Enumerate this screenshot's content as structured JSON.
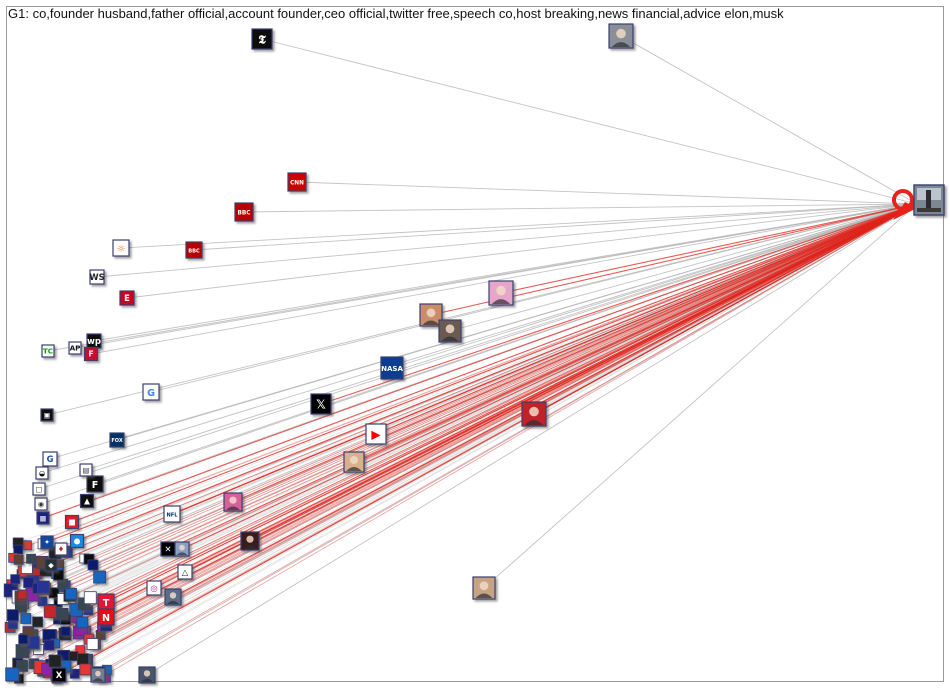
{
  "title": "G1: co,founder  husband,father  official,account  founder,ceo  official,twitter  free,speech  co,host  breaking,news  financial,advice  elon,musk",
  "colors": {
    "edge_gray": "#b4b4b4",
    "edge_red": "#e0231b",
    "node_border": "#3b3f6e",
    "hub_marker": "#e8211a"
  },
  "hub": {
    "name": "elonmusk",
    "icon": "profile-photo-icon",
    "fill": "#7b8794"
  },
  "nodes": [
    {
      "name": "nytimes",
      "icon": "nyt-logo-icon",
      "glyph": "𝕿",
      "fill": "#111111",
      "fg": "#ffffff",
      "edge": "gray"
    },
    {
      "name": "profile-man-bw",
      "icon": "profile-photo-icon",
      "glyph": "",
      "fill": "#8a8f97",
      "fg": "#fff",
      "edge": "gray"
    },
    {
      "name": "cnn",
      "icon": "cnn-logo-icon",
      "glyph": "CNN",
      "fill": "#cc0000",
      "fg": "#ffffff",
      "edge": "gray"
    },
    {
      "name": "bbc-news-world",
      "icon": "bbc-news-logo-icon",
      "glyph": "BBC",
      "fill": "#b80000",
      "fg": "#ffffff",
      "edge": "gray"
    },
    {
      "name": "bbc-breaking",
      "icon": "bbc-logo-icon",
      "glyph": "BBC",
      "fill": "#b80000",
      "fg": "#ffffff",
      "edge": "gray"
    },
    {
      "name": "sun-circle",
      "icon": "sun-logo-icon",
      "glyph": "☼",
      "fill": "#ffffff",
      "fg": "#e07020",
      "edge": "gray"
    },
    {
      "name": "wsj",
      "icon": "wsj-logo-icon",
      "glyph": "WS",
      "fill": "#ffffff",
      "fg": "#222222",
      "edge": "gray"
    },
    {
      "name": "espn-e",
      "icon": "e-logo-icon",
      "glyph": "E",
      "fill": "#d0021b",
      "fg": "#ffffff",
      "edge": "gray"
    },
    {
      "name": "washington-post",
      "icon": "wapo-logo-icon",
      "glyph": "wp",
      "fill": "#111111",
      "fg": "#ffffff",
      "edge": "gray"
    },
    {
      "name": "ap",
      "icon": "ap-logo-icon",
      "glyph": "AP",
      "fill": "#ffffff",
      "fg": "#111111",
      "edge": "gray"
    },
    {
      "name": "fox-news",
      "icon": "news-logo-icon",
      "glyph": "F",
      "fill": "#c8102e",
      "fg": "#ffffff",
      "edge": "gray"
    },
    {
      "name": "techcrunch",
      "icon": "tc-logo-icon",
      "glyph": "TC",
      "fill": "#ffffff",
      "fg": "#0a9e01",
      "edge": "gray"
    },
    {
      "name": "trump",
      "icon": "profile-photo-icon",
      "glyph": "",
      "fill": "#c98d6c",
      "fg": "#fff",
      "edge": "red"
    },
    {
      "name": "woman-portrait",
      "icon": "profile-photo-icon",
      "glyph": "",
      "fill": "#6b5a52",
      "fg": "#fff",
      "edge": "gray"
    },
    {
      "name": "pink-portrait",
      "icon": "profile-photo-icon",
      "glyph": "",
      "fill": "#e7a6c9",
      "fg": "#fff",
      "edge": "red"
    },
    {
      "name": "nasa",
      "icon": "nasa-logo-icon",
      "glyph": "NASA",
      "fill": "#0b3d91",
      "fg": "#ffffff",
      "edge": "gray"
    },
    {
      "name": "google",
      "icon": "google-logo-icon",
      "glyph": "G",
      "fill": "#ffffff",
      "fg": "#4285f4",
      "edge": "gray"
    },
    {
      "name": "x-platform",
      "icon": "x-logo-icon",
      "glyph": "𝕏",
      "fill": "#000000",
      "fg": "#ffffff",
      "edge": "red"
    },
    {
      "name": "red-art",
      "icon": "artwork-icon",
      "glyph": "",
      "fill": "#c0202a",
      "fg": "#fff",
      "edge": "red"
    },
    {
      "name": "youtube",
      "icon": "youtube-logo-icon",
      "glyph": "▶",
      "fill": "#ffffff",
      "fg": "#ff0000",
      "edge": "red"
    },
    {
      "name": "fox-news-2",
      "icon": "fox-logo-icon",
      "glyph": "FOX",
      "fill": "#003366",
      "fg": "#ffffff",
      "edge": "gray"
    },
    {
      "name": "blonde-portrait",
      "icon": "profile-photo-icon",
      "glyph": "",
      "fill": "#d9b08c",
      "fg": "#fff",
      "edge": "red"
    },
    {
      "name": "forbes",
      "icon": "forbes-logo-icon",
      "glyph": "F",
      "fill": "#111111",
      "fg": "#ffffff",
      "edge": "gray"
    },
    {
      "name": "pink-woman",
      "icon": "profile-photo-icon",
      "glyph": "",
      "fill": "#d8609a",
      "fg": "#fff",
      "edge": "red"
    },
    {
      "name": "nfl",
      "icon": "nfl-logo-icon",
      "glyph": "NFL",
      "fill": "#ffffff",
      "fg": "#013369",
      "edge": "red"
    },
    {
      "name": "dark-red-portrait",
      "icon": "profile-photo-icon",
      "glyph": "",
      "fill": "#3a1a1a",
      "fg": "#fff",
      "edge": "red"
    },
    {
      "name": "xai",
      "icon": "xai-logo-icon",
      "glyph": "✕",
      "fill": "#000000",
      "fg": "#ffffff",
      "edge": "red"
    },
    {
      "name": "spacex-person",
      "icon": "profile-photo-icon",
      "glyph": "",
      "fill": "#8aa0c2",
      "fg": "#fff",
      "edge": "red"
    },
    {
      "name": "flame-logo",
      "icon": "flame-logo-icon",
      "glyph": "△",
      "fill": "#ffffff",
      "fg": "#222222",
      "edge": "red"
    },
    {
      "name": "instagram",
      "icon": "instagram-logo-icon",
      "glyph": "◎",
      "fill": "#ffffff",
      "fg": "#c13584",
      "edge": "red"
    },
    {
      "name": "suit-man",
      "icon": "profile-photo-icon",
      "glyph": "",
      "fill": "#5a6d86",
      "fg": "#fff",
      "edge": "red"
    },
    {
      "name": "modi",
      "icon": "profile-photo-icon",
      "glyph": "",
      "fill": "#c7a383",
      "fg": "#fff",
      "edge": "gray"
    },
    {
      "name": "tesla",
      "icon": "tesla-logo-icon",
      "glyph": "T",
      "fill": "#e31937",
      "fg": "#ffffff",
      "edge": "red"
    },
    {
      "name": "netflix",
      "icon": "netflix-logo-icon",
      "glyph": "N",
      "fill": "#e50914",
      "fg": "#ffffff",
      "edge": "red"
    },
    {
      "name": "bottom-portrait-1",
      "icon": "profile-photo-icon",
      "glyph": "",
      "fill": "#6f7c8f",
      "fg": "#fff",
      "edge": "gray"
    },
    {
      "name": "bottom-portrait-2",
      "icon": "profile-photo-icon",
      "glyph": "",
      "fill": "#47566b",
      "fg": "#fff",
      "edge": "gray"
    },
    {
      "name": "small-logo-1",
      "icon": "logo-icon",
      "glyph": "▣",
      "fill": "#111111",
      "fg": "#ffffff",
      "edge": "gray"
    },
    {
      "name": "small-logo-2",
      "icon": "logo-icon",
      "glyph": "G",
      "fill": "#ffffff",
      "fg": "#1f4e9b",
      "edge": "gray"
    },
    {
      "name": "small-logo-3",
      "icon": "logo-icon",
      "glyph": "◒",
      "fill": "#ffffff",
      "fg": "#111111",
      "edge": "gray"
    },
    {
      "name": "small-logo-4",
      "icon": "logo-icon",
      "glyph": "▤",
      "fill": "#ffffff",
      "fg": "#111111",
      "edge": "gray"
    },
    {
      "name": "small-logo-5",
      "icon": "logo-icon",
      "glyph": "■",
      "fill": "#e21f26",
      "fg": "#ffffff",
      "edge": "red"
    },
    {
      "name": "small-logo-6",
      "icon": "logo-icon",
      "glyph": "●",
      "fill": "#1e88e5",
      "fg": "#ffffff",
      "edge": "red"
    },
    {
      "name": "small-logo-7",
      "icon": "logo-icon",
      "glyph": "◉",
      "fill": "#ffffff",
      "fg": "#333333",
      "edge": "gray"
    },
    {
      "name": "small-logo-8",
      "icon": "logo-icon",
      "glyph": "▦",
      "fill": "#1a237e",
      "fg": "#ffffff",
      "edge": "red"
    },
    {
      "name": "small-logo-9",
      "icon": "logo-icon",
      "glyph": "□",
      "fill": "#ffffff",
      "fg": "#222222",
      "edge": "gray"
    },
    {
      "name": "small-logo-10",
      "icon": "logo-icon",
      "glyph": "▲",
      "fill": "#111111",
      "fg": "#ffffff",
      "edge": "gray"
    },
    {
      "name": "small-logo-11",
      "icon": "logo-icon",
      "glyph": "✦",
      "fill": "#0d47a1",
      "fg": "#ffffff",
      "edge": "red"
    },
    {
      "name": "small-logo-12",
      "icon": "logo-icon",
      "glyph": "♦",
      "fill": "#ffffff",
      "fg": "#c62828",
      "edge": "gray"
    },
    {
      "name": "small-logo-13",
      "icon": "logo-icon",
      "glyph": "◆",
      "fill": "#263238",
      "fg": "#ffffff",
      "edge": "red"
    },
    {
      "name": "small-logo-14",
      "icon": "logo-icon",
      "glyph": "X",
      "fill": "#000000",
      "fg": "#ffffff",
      "edge": "red"
    }
  ],
  "cluster": {
    "count": 120,
    "fills": [
      "#0d1b6b",
      "#1a237e",
      "#283593",
      "#111111",
      "#c62828",
      "#ffffff",
      "#37474f",
      "#1565c0",
      "#5d4037",
      "#8e24aa",
      "#e53935",
      "#212121"
    ]
  }
}
